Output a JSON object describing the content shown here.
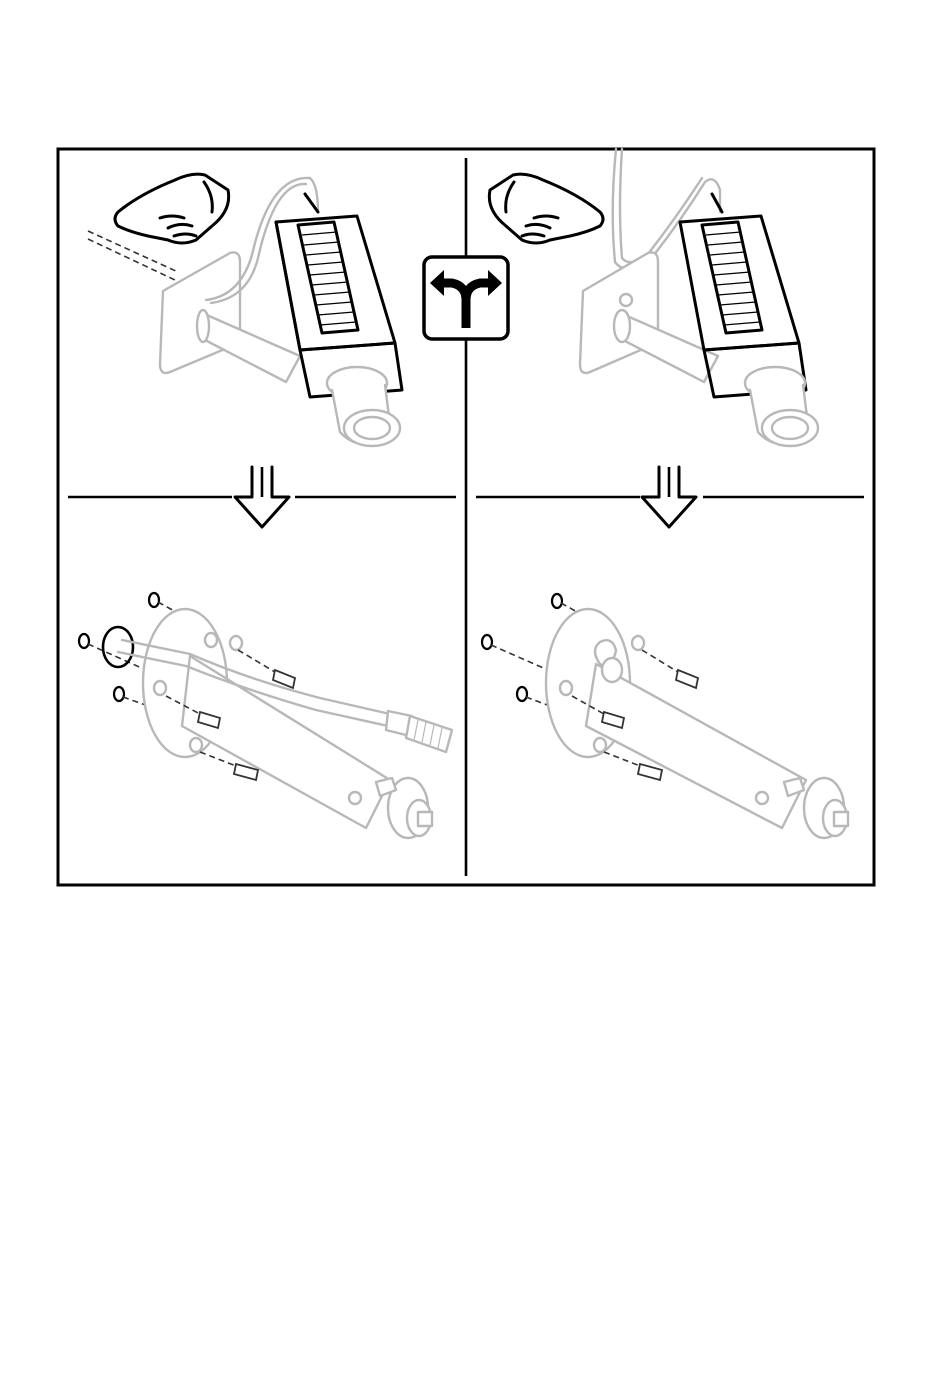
{
  "figure": {
    "panels": [
      {
        "id": "left",
        "top_variant": "cable-through-wall",
        "bottom_variant": "cable-through-bracket"
      },
      {
        "id": "right",
        "top_variant": "cable-along-wall",
        "bottom_variant": "cable-outside-bracket"
      }
    ],
    "icons": {
      "pointing_hand": "pointing-hand-icon",
      "choice": "fork-arrow-icon",
      "down_arrow": "double-stroke-down-arrow-icon"
    },
    "colors": {
      "line": "#000000",
      "gray_part": "#b8b8b8",
      "background": "#ffffff"
    }
  }
}
